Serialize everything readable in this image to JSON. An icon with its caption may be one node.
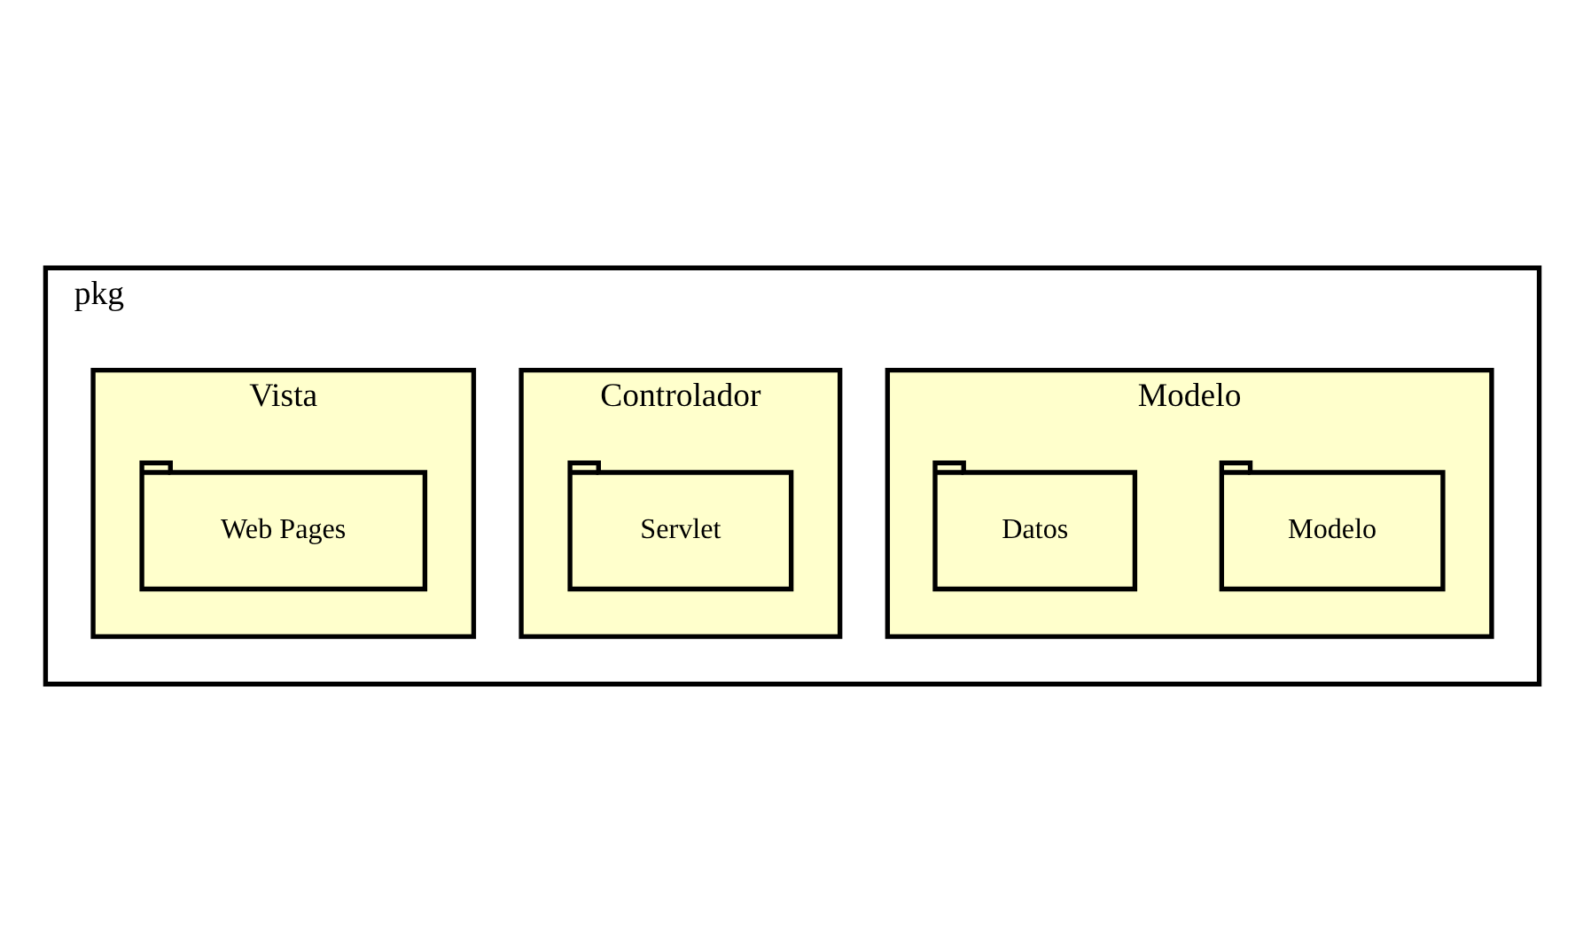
{
  "diagram": {
    "nodes": [
      {
        "text": [
          "pkg"
        ]
      },
      {
        "text": [
          "Modelo"
        ],
        "in": 0
      },
      {
        "text": [
          "Modelo"
        ],
        "in": 1
      },
      {
        "text": [
          "Datos"
        ],
        "in": 1
      },
      {
        "text": [
          "Controlador"
        ],
        "in": 0
      },
      {
        "text": [
          "Servlet"
        ],
        "in": 4
      },
      {
        "text": [
          "Vista"
        ],
        "in": 0
      },
      {
        "text": [
          "Web Pages"
        ],
        "in": 6
      }
    ]
  }
}
